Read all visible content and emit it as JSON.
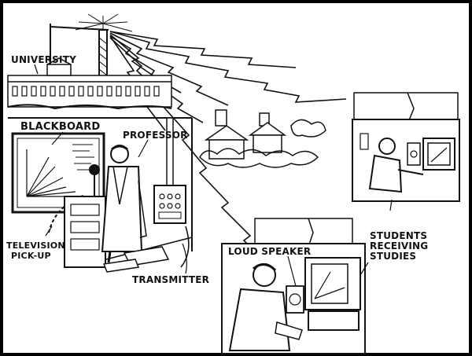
{
  "labels": {
    "university": "UNIVERSITY",
    "blackboard": "BLACKBOARD",
    "professor": "PROFESSOR",
    "television_pickup_line1": "TELEVISION",
    "television_pickup_line2": "PICK-UP",
    "transmitter": "TRANSMITTER",
    "loud_speaker": "LOUD SPEAKER",
    "students_line1": "STUDENTS",
    "students_line2": "RECEIVING",
    "students_line3": "STUDIES"
  },
  "colors": {
    "ink": "#111111",
    "paper": "#ffffff",
    "frame": "#000000"
  }
}
